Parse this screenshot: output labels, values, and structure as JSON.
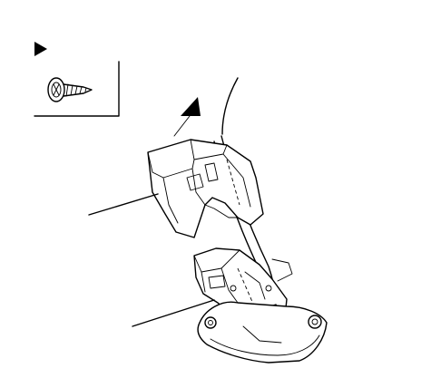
{
  "diagram": {
    "callout_markers": [
      {
        "name": "triangle-marker-inset",
        "shape": "filled-triangle",
        "color": "#000000"
      },
      {
        "name": "triangle-marker-main",
        "shape": "filled-triangle",
        "color": "#000000"
      }
    ],
    "inset": {
      "content": "tapping-screw-icon"
    },
    "leader_lines": 2,
    "line_color": "#000000",
    "background": "#ffffff"
  }
}
